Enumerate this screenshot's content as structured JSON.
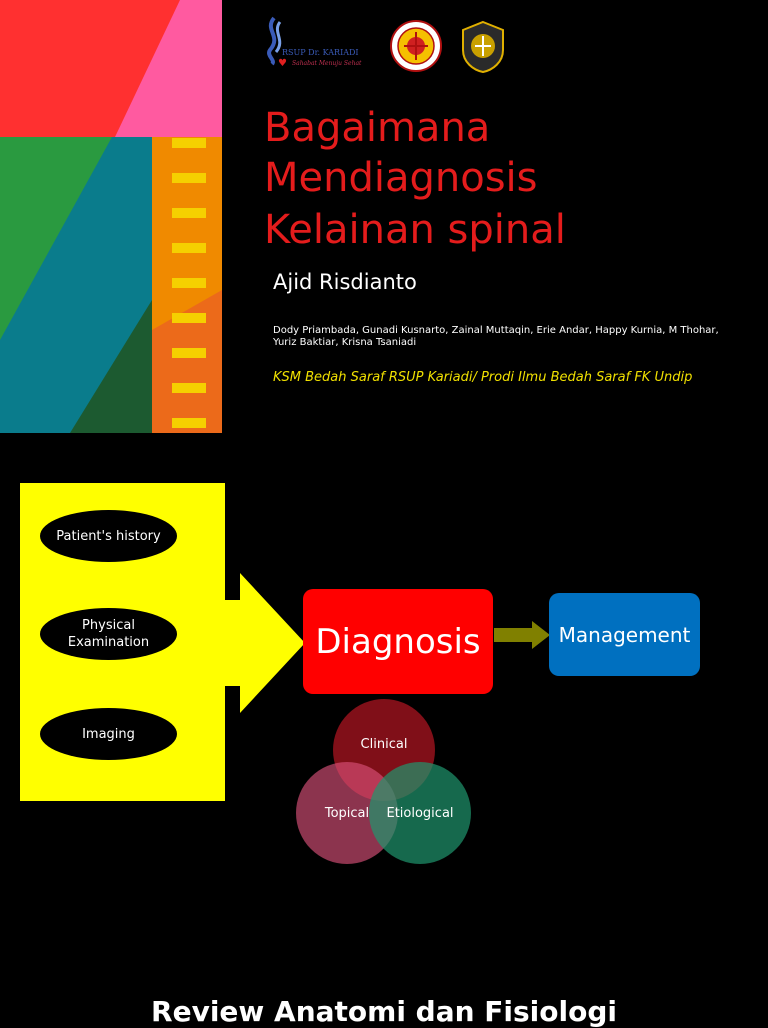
{
  "slide1": {
    "logos": {
      "rsup_text": "RSUP Dr. KARIADI",
      "rsup_tagline": "Sahabat Menuju Sehat"
    },
    "title_lines": [
      "Bagaimana",
      "Mendiagnosis",
      "Kelainan spinal"
    ],
    "author": "Ajid Risdianto",
    "coauthors": "Dody Priambada, Gunadi Kusnarto, Zainal Muttaqin, Erie Andar, Happy Kurnia, M Thohar, Yuriz Baktiar, Krisna Tsaniadi",
    "affiliation": "KSM Bedah Saraf RSUP Kariadi/ Prodi Ilmu Bedah Saraf FK Undip",
    "colors": {
      "title": "#e41c1c",
      "affiliation": "#f0e000"
    }
  },
  "slide2": {
    "inputs": [
      "Patient's history",
      "Physical Examination",
      "Imaging"
    ],
    "diagnosis": "Diagnosis",
    "management": "Management",
    "venn": {
      "clinical": "Clinical",
      "topical": "Topical",
      "etiological": "Etiological"
    },
    "colors": {
      "box": "#ffff00",
      "diagnosis": "#ff0000",
      "management": "#0070c0",
      "arrow": "#808000"
    }
  },
  "slide3": {
    "title": "Review Anatomi dan Fisiologi"
  }
}
